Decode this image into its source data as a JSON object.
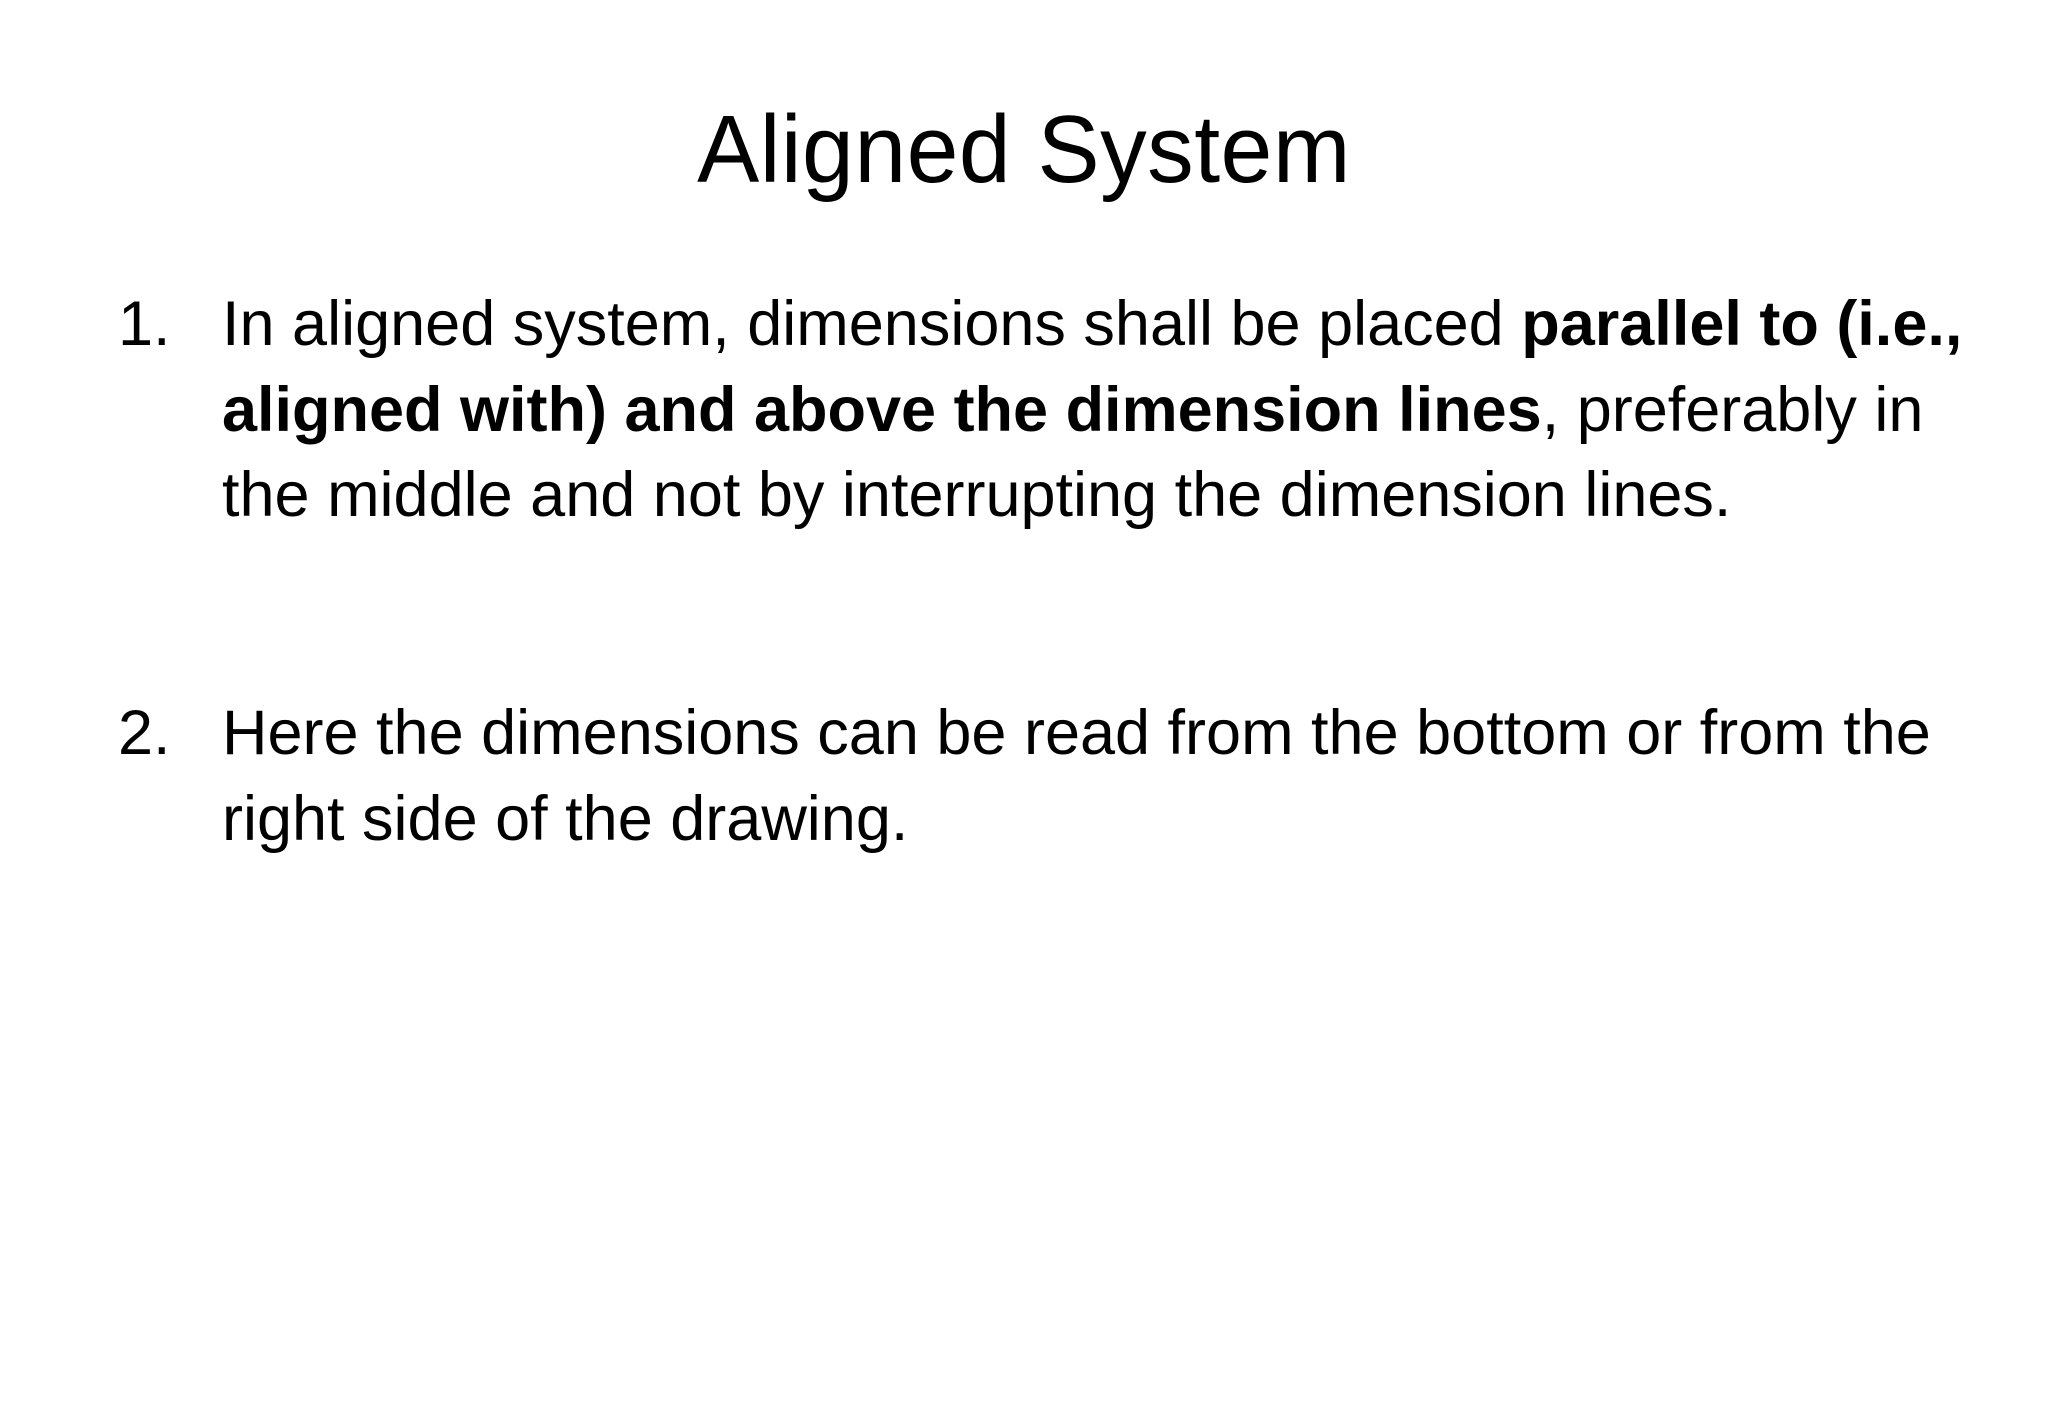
{
  "slide": {
    "background_color": "#FFFFFF",
    "text_color": "#000000",
    "title": "Aligned System",
    "items": [
      {
        "marker": "1.",
        "segments": [
          {
            "text": "In aligned system, dimensions shall be placed ",
            "bold": false
          },
          {
            "text": "parallel to (i.e., aligned with) and above the dimension lines",
            "bold": true
          },
          {
            "text": ", preferably in the middle and not by interrupting the dimension lines.",
            "bold": false
          }
        ],
        "plain_text": "In aligned system, dimensions shall be placed parallel to (i.e., aligned with) and above the dimension lines, preferably in the middle and not by interrupting the dimension lines."
      },
      {
        "marker": "2.",
        "segments": [
          {
            "text": "Here the dimensions can be read from the bottom or from the right side of the drawing.",
            "bold": false
          }
        ],
        "plain_text": "Here the dimensions can be read from the bottom or from the right side of the drawing."
      }
    ]
  }
}
